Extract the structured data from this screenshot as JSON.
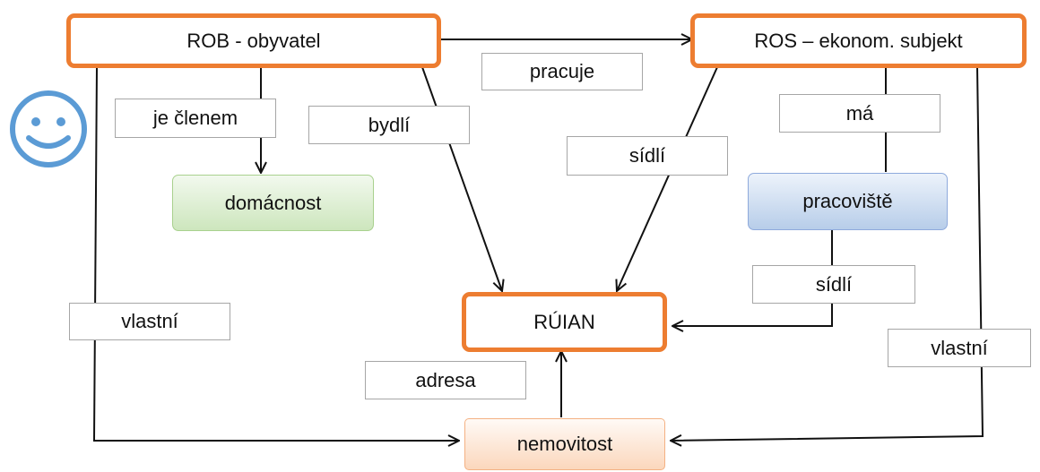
{
  "colors": {
    "accent": "#ed7d31",
    "line": "#111111",
    "smiley": "#5b9bd5"
  },
  "icon": "smiley-face-icon",
  "nodes": {
    "rob": "ROB - obyvatel",
    "ros": "ROS – ekonom. subjekt",
    "domacnost": "domácnost",
    "pracoviste": "pracoviště",
    "ruian": "RÚIAN",
    "nemovitost": "nemovitost"
  },
  "edges": {
    "pracuje": "pracuje",
    "je_clenem": "je členem",
    "bydli": "bydlí",
    "sidli_ros": "sídlí",
    "ma": "má",
    "sidli_pracoviste": "sídlí",
    "vlastni_rob": "vlastní",
    "vlastni_ros": "vlastní",
    "adresa": "adresa"
  }
}
